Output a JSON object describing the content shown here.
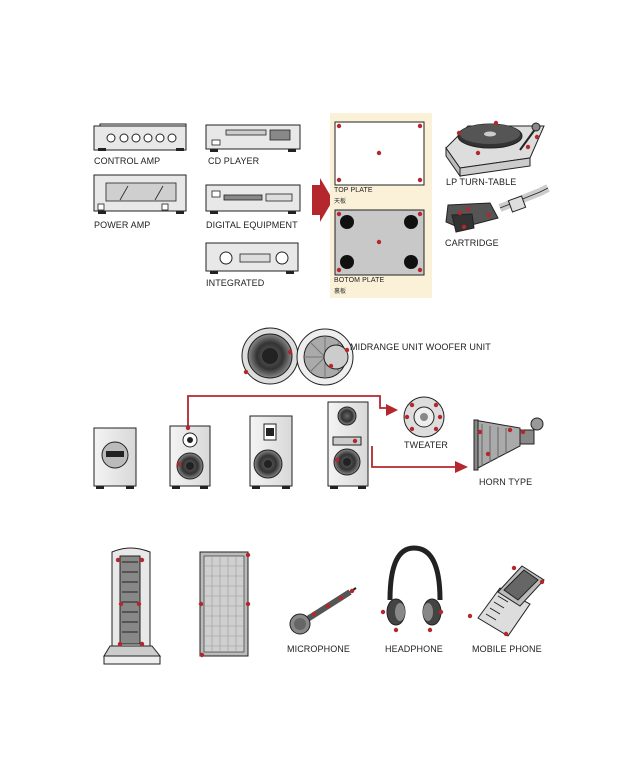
{
  "colors": {
    "accent": "#b3272d",
    "panel": "#fbf0d8",
    "outline": "#222222",
    "plate": "#c8c8c8"
  },
  "labels": {
    "control_amp": "CONTROL AMP",
    "cd_player": "CD PLAYER",
    "power_amp": "POWER AMP",
    "digital_equipment": "DIGITAL EQUIPMENT",
    "integrated": "INTEGRATED",
    "top_plate": "TOP PLATE",
    "top_plate_jp": "天板",
    "bottom_plate": "BOTOM PLATE",
    "bottom_plate_jp": "裏板",
    "lp_turntable": "LP TURN-TABLE",
    "cartridge": "CARTRIDGE",
    "midrange_woofer": "MIDRANGE UNIT WOOFER UNIT",
    "tweater": "TWEATER",
    "horn_type": "HORN TYPE",
    "microphone": "MICROPHONE",
    "headphone": "HEADPHONE",
    "mobile_phone": "MOBILE PHONE"
  },
  "icons": [
    "amplifier-icon",
    "cd-player-icon",
    "turntable-icon",
    "cartridge-icon",
    "speaker-icon",
    "woofer-icon",
    "tweeter-icon",
    "horn-icon",
    "microphone-icon",
    "headphone-icon",
    "mobile-phone-icon"
  ]
}
